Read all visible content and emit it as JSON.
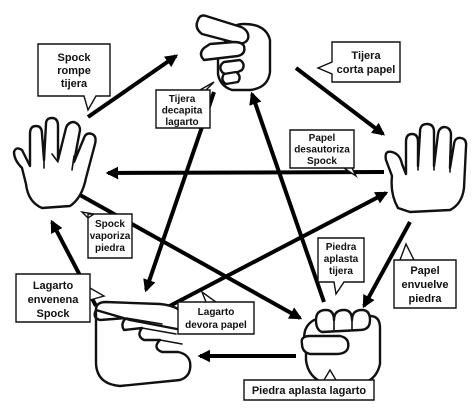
{
  "diagram": {
    "nodes": {
      "scissors": "scissors-hand-icon",
      "paper": "paper-hand-icon",
      "rock": "rock-fist-icon",
      "lizard": "lizard-hand-icon",
      "spock": "spock-hand-icon"
    },
    "labels": {
      "scissors_cut_paper": [
        "Tijera",
        "corta papel"
      ],
      "paper_covers_rock": [
        "Papel",
        "envuelve",
        "piedra"
      ],
      "rock_crushes_lizard": [
        "Piedra aplasta lagarto"
      ],
      "lizard_poisons_spock": [
        "Lagarto",
        "envenena",
        "Spock"
      ],
      "spock_smashes_scissors": [
        "Spock",
        "rompe",
        "tijera"
      ],
      "scissors_decapitate_lizard": [
        "Tijera",
        "decapita",
        "lagarto"
      ],
      "paper_disproves_spock": [
        "Papel",
        "desautoriza",
        "Spock"
      ],
      "rock_crushes_scissors": [
        "Piedra",
        "aplasta",
        "tijera"
      ],
      "lizard_eats_paper": [
        "Lagarto",
        "devora papel"
      ],
      "spock_vaporizes_rock": [
        "Spock",
        "vaporiza",
        "piedra"
      ]
    },
    "colors": {
      "line": "#000000",
      "bubble_fill": "#ffffff",
      "hand_fill": "#ffffff"
    }
  }
}
